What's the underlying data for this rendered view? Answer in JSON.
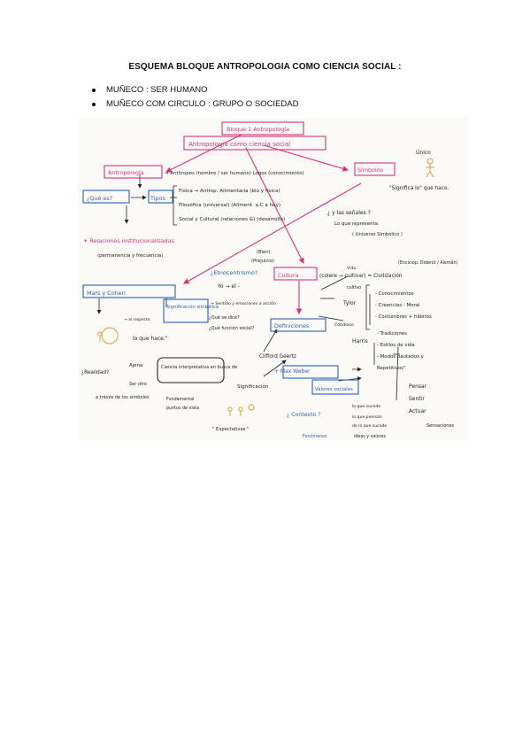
{
  "title": "ESQUEMA BLOQUE ANTROPOLOGIA COMO CIENCIA SOCIAL :",
  "bullets": [
    "MUÑECO : SER HUMANO",
    "MUÑECO COM CIRCULO : GRUPO O SOCIEDAD"
  ],
  "colors": {
    "pink": "#d6337d",
    "blue": "#2f5fb8",
    "green": "#3d9a4a",
    "ink": "#222222"
  },
  "map": {
    "bloque": "Bloque 1  Antropología",
    "main": "Antropología como ciencia social",
    "antropologia": "Antropología",
    "etimologia": "→ Anthropos (hombre / ser humano) Logos (conocimiento)",
    "que_es": "¿Qué es?",
    "tipos": "Tipos",
    "fisica": "Física → Antrop. Alimentaria (bio y física)",
    "filosofica": "Filosófica (universal)  (Aliment. a.C a hoy)",
    "social": "Social y Cultural (relaciones &) (desarrollo)",
    "relaciones": "✶ Relaciones institucionalizadas",
    "permanencia": "(permanencia y frecuencia)",
    "simbolos": "Símbolos",
    "unico": "Único",
    "significa": "\"Significa lo\" que hace.",
    "senales": "¿ y las señales ?",
    "representa": "Lo que representa",
    "universo": "( Universo Simbólico )",
    "bien": "(Bien)",
    "prejuicio": "(Prejuicio)",
    "etnocentrismo": "¿Etnocentrismo?",
    "yo_el": "Yo → el -",
    "cultura": "Cultura",
    "colere": "(colere → cultivar) = Civilización",
    "enciclop": "(Enciclop. Diderot / Alemán)",
    "vida": "Vida",
    "cultivo": "cultivo",
    "mars": "Mars y Cohen",
    "significacion": "Significación simbólica",
    "sentido": "→ Sentido y emociones a acción",
    "que_dice": "¿Qué se dice?",
    "que_funcion": "¿Qué función social?",
    "definiciones": "Definiciones",
    "tylor": "Tylor",
    "conocimientos": "- Conocimientos",
    "creencias": "- Creencias - Moral",
    "costumbres": "- Costumbres + hábitos",
    "cotidiana": "Cotidiano",
    "harris": "Harris",
    "tradiciones": "- Tradiciones",
    "estilos": "- Estilos de vida",
    "modos": "- Modos pautados y",
    "repetitivos": "Repetitivos\"",
    "alto_respecto": "→ al respecto",
    "lo_que_hace": "lo que hace.\"",
    "realidad": "¿Realidad?",
    "ajena": "Ajena",
    "ser_otro": "Ser otro",
    "traves": "a través de los símbolos",
    "ciencia": "Ciencia interpretativa en busca de",
    "clifford": "Clifford Geertz",
    "weber": "+ Max Weber",
    "valores": "Valores sociales",
    "significacion2": "Significación",
    "contexto": "¿ Contexto ?",
    "fundamental": "Fundamental",
    "puntos": "puntos de vista",
    "expectativas": "\" Expectativas \"",
    "fenomenos": "Fenómenos",
    "lo_que_sucede": "lo que sucede",
    "lo_que_piensan": "lo que piensan",
    "de_lo_que": "de lo que sucede",
    "ideas": "ideas y valores",
    "pensar": "Pensar",
    "sentir": "Sentir",
    "actuar": "Actuar",
    "sensaciones": "Sensaciones"
  }
}
